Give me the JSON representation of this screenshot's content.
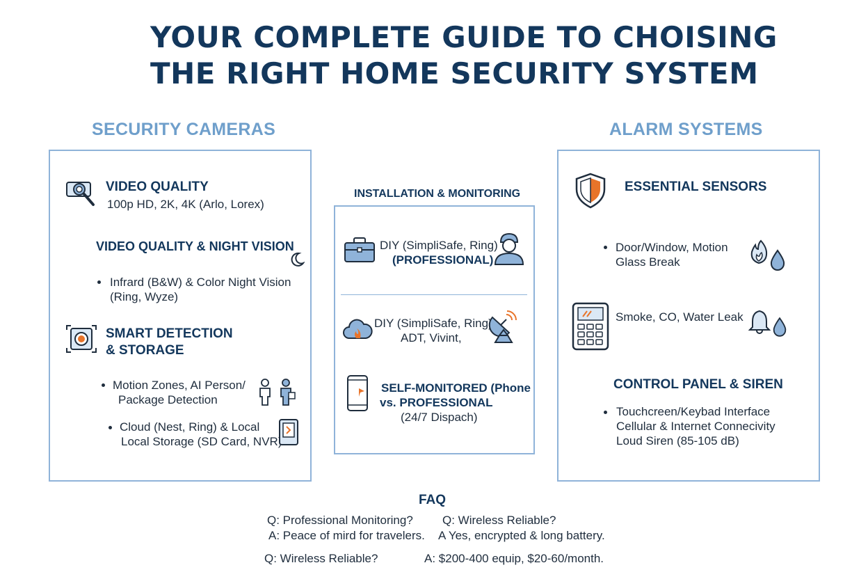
{
  "title": {
    "line1": "YOUR COMPLETE GUIDE TO  CHOISING",
    "line2": "THE RIGHT HOME SECURITY SYSTEM"
  },
  "cameras": {
    "heading": "SECURITY CAMERAS",
    "video_quality_title": "VIDEO QUALITY",
    "video_quality_text": "100p HD, 2K, 4K (Arlo, Lorex)",
    "night_title": "VIDEO QUALITY & NIGHT VISION",
    "night_line1": "Infrard (B&W) & Color Night Vision",
    "night_line2": "(Ring, Wyze)",
    "smart_title1": "SMART DETECTION",
    "smart_title2": "& STORAGE",
    "motion_line1": "Motion Zones, AI Person/",
    "motion_line2": "Package Detection",
    "cloud_line1": "Cloud (Nest, Ring) & Local",
    "cloud_line2": "Local Storage (SD Card, NVR)"
  },
  "install": {
    "heading": "INSTALLATION & MONITORING",
    "diy1_line1": "DIY (SimpliSafe, Ring)",
    "diy1_line2": "(PROFESSIONAL)",
    "diy2_line1": "DIY (SimpliSafe, Ring)",
    "diy2_line2": "ADT, Vivint,",
    "self_line1": "SELF-MONITORED (Phone",
    "self_line2": "vs. PROFESSIONAL",
    "self_line3": "(24/7 Dispach)"
  },
  "alarms": {
    "heading": "ALARM SYSTEMS",
    "sensors_title": "ESSENTIAL SENSORS",
    "door_line1": "Door/Window, Motion",
    "door_line2": "Glass Break",
    "smoke_text": "Smoke, CO, Water Leak",
    "control_title": "CONTROL PANEL & SIREN",
    "control_line1": "Touchcreen/Keybad Interface",
    "control_line2": "Cellular & Internet Connecivity",
    "control_line3": "Loud Siren (85-105 dB)"
  },
  "faq": {
    "heading": "FAQ",
    "q1": "Q: Professional Monitoring?",
    "a1": "A: Peace of mird for travelers.",
    "q2": "Q: Wireless Reliable?",
    "a2": "A Yes, encrypted & long battery.",
    "q3": "Q: Wireless Reliable?",
    "a3": "A: $200-400 equip, $20-60/month."
  },
  "colors": {
    "title": "#13375c",
    "heading": "#6f9fcb",
    "border": "#8fb3d9",
    "accent": "#e8742a"
  },
  "icons": [
    "camera-lens-icon",
    "moon-icon",
    "camera-target-icon",
    "person-icon",
    "sd-card-icon",
    "toolbox-icon",
    "technician-icon",
    "cloud-icon",
    "satellite-dish-icon",
    "phone-icon",
    "shield-icon",
    "fire-icon",
    "water-drop-icon",
    "keypad-icon",
    "bell-icon"
  ]
}
